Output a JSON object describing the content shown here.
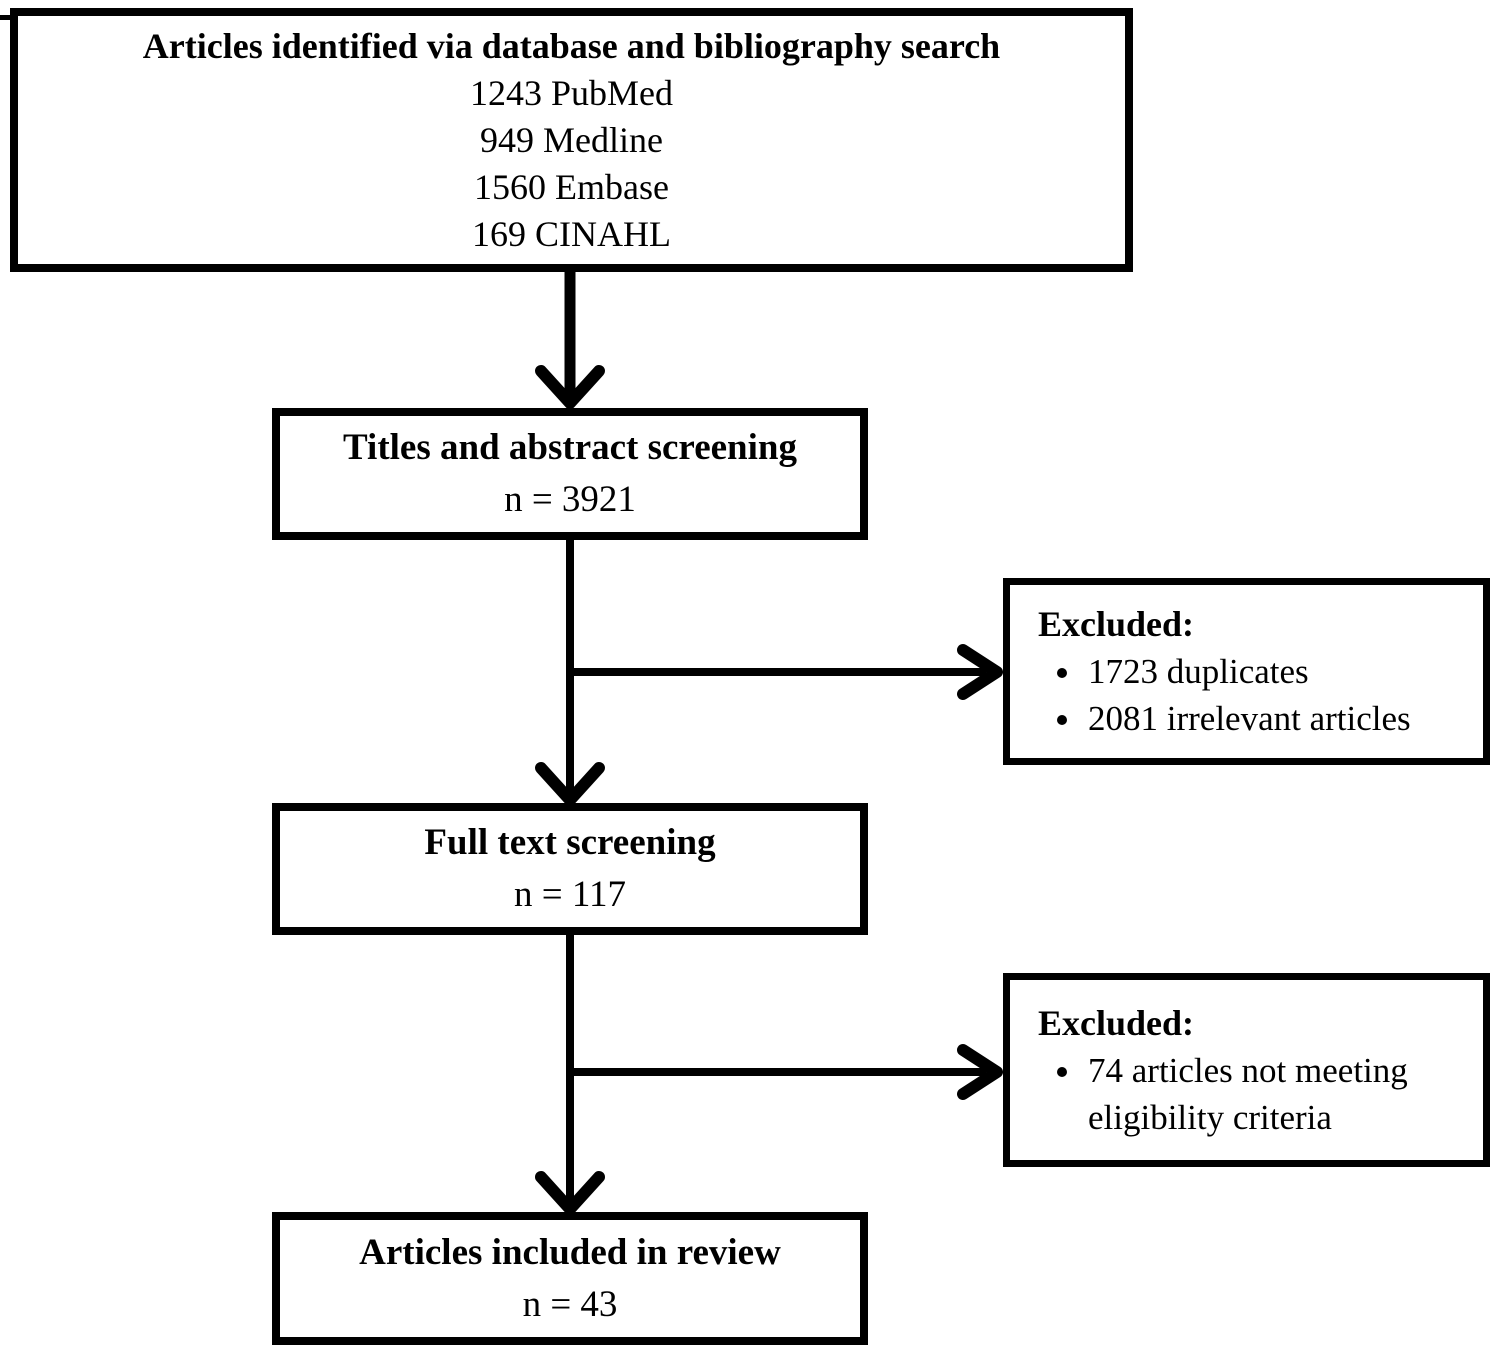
{
  "diagram": {
    "background_color": "#ffffff",
    "line_color": "#000000",
    "identification": {
      "title": "Articles identified via database and bibliography search",
      "lines": [
        "1243 PubMed",
        "949 Medline",
        "1560 Embase",
        "169 CINAHL"
      ]
    },
    "title_abstract_screening": {
      "title": "Titles and abstract screening",
      "count": "n = 3921"
    },
    "excluded_after_screening": {
      "title": "Excluded:",
      "items": [
        "1723 duplicates",
        "2081 irrelevant articles"
      ]
    },
    "full_text_screening": {
      "title": "Full text screening",
      "count": "n = 117"
    },
    "excluded_after_full_text": {
      "title": "Excluded:",
      "items": [
        "74 articles not meeting eligibility criteria"
      ]
    },
    "included": {
      "title": "Articles included in review",
      "count": "n = 43"
    }
  }
}
